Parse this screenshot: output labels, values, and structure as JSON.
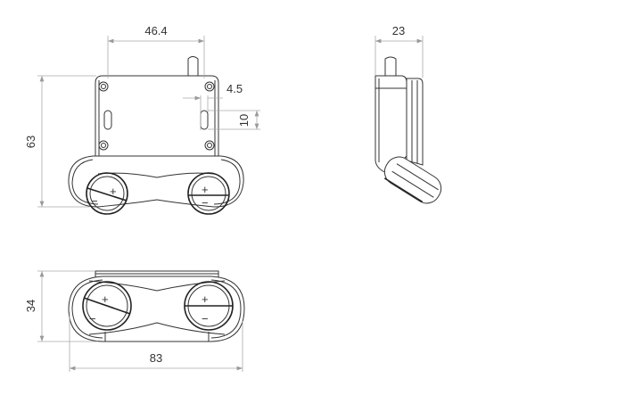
{
  "dimensions": {
    "front_width": "46.4",
    "front_height": "63",
    "slot_offset": "4.5",
    "slot_length": "10",
    "side_depth": "23",
    "bottom_height": "34",
    "bottom_width": "83"
  },
  "symbols": {
    "plus": "+",
    "minus": "−"
  },
  "colors": {
    "line": "#333333",
    "dimension": "#aaaaaa"
  }
}
